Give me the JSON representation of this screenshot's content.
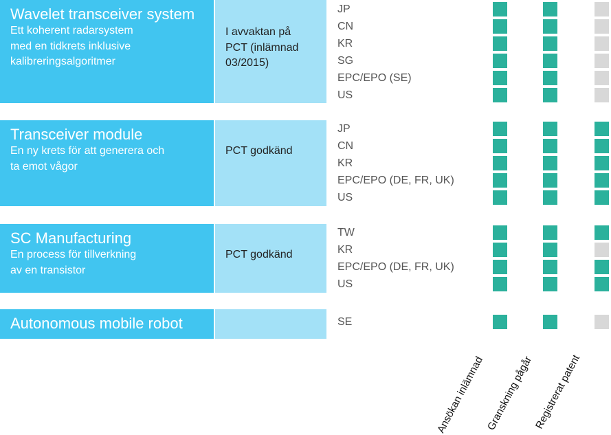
{
  "colors": {
    "title_bg": "#41c5f0",
    "status_bg": "#a3e1f7",
    "done": "#2bb19c",
    "pending": "#d8d8d8"
  },
  "columns": [
    "Ansökan inlämnad",
    "Granskning pågår",
    "Registrerat patent"
  ],
  "groups": [
    {
      "name": "Wavelet transceiver system",
      "description": "Ett koherent radarsystem\nmed en tidkrets inklusive\nkalibreringsalgoritmer",
      "status": "I avvaktan på\nPCT (inlämnad\n03/2015)",
      "rows": [
        {
          "country": "JP",
          "stages": [
            1,
            1,
            0
          ]
        },
        {
          "country": "CN",
          "stages": [
            1,
            1,
            0
          ]
        },
        {
          "country": "KR",
          "stages": [
            1,
            1,
            0
          ]
        },
        {
          "country": "SG",
          "stages": [
            1,
            1,
            0
          ]
        },
        {
          "country": "EPC/EPO (SE)",
          "stages": [
            1,
            1,
            0
          ]
        },
        {
          "country": "US",
          "stages": [
            1,
            1,
            0
          ]
        }
      ]
    },
    {
      "name": "Transceiver module",
      "description": "En ny krets för att generera och\nta emot vågor",
      "status": "PCT godkänd",
      "rows": [
        {
          "country": "JP",
          "stages": [
            1,
            1,
            1
          ]
        },
        {
          "country": "CN",
          "stages": [
            1,
            1,
            1
          ]
        },
        {
          "country": "KR",
          "stages": [
            1,
            1,
            1
          ]
        },
        {
          "country": "EPC/EPO (DE, FR, UK)",
          "stages": [
            1,
            1,
            1
          ]
        },
        {
          "country": "US",
          "stages": [
            1,
            1,
            1
          ]
        }
      ]
    },
    {
      "name": "SC Manufacturing",
      "description": "En process för tillverkning\nav en transistor",
      "status": "PCT godkänd",
      "rows": [
        {
          "country": "TW",
          "stages": [
            1,
            1,
            1
          ]
        },
        {
          "country": "KR",
          "stages": [
            1,
            1,
            0
          ]
        },
        {
          "country": "EPC/EPO (DE, FR, UK)",
          "stages": [
            1,
            1,
            1
          ]
        },
        {
          "country": "US",
          "stages": [
            1,
            1,
            1
          ]
        }
      ]
    },
    {
      "name": "Autonomous mobile robot",
      "description": "",
      "status": "",
      "rows": [
        {
          "country": "SE",
          "stages": [
            1,
            1,
            0
          ]
        }
      ]
    }
  ]
}
